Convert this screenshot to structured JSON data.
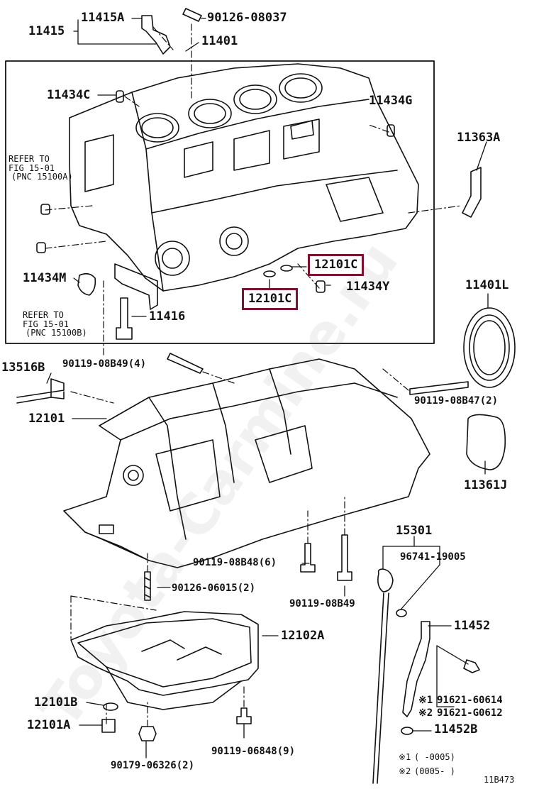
{
  "watermark": "Toyota-Carmine.ru",
  "labels": {
    "p11415A": "11415A",
    "p11415": "11415",
    "p90126_08037": "90126-08037",
    "p11401": "11401",
    "p11434C": "11434C",
    "p11434G": "11434G",
    "p11363A": "11363A",
    "p12101C_right": "12101C",
    "p12101C_lower": "12101C",
    "p11434M": "11434M",
    "p11434Y": "11434Y",
    "p11416": "11416",
    "p11401L": "11401L",
    "p13516B": "13516B",
    "p90119_08B49_4": "90119-08B49(4)",
    "p12101": "12101",
    "p90119_08B47_2": "90119-08B47(2)",
    "p11361J": "11361J",
    "p15301": "15301",
    "p96741_19005": "96741-19005",
    "p90119_08B48_6": "90119-08B48(6)",
    "p90126_06015_2": "90126-06015(2)",
    "p90119_08B49": "90119-08B49",
    "p11452": "11452",
    "p12102A": "12102A",
    "p91621_60614": "91621-60614",
    "p91621_G0612": "91621-G0612",
    "p12101B": "12101B",
    "p12101A": "12101A",
    "p11452B": "11452B",
    "p90119_06848_9": "90119-06848(9)",
    "p90179_06326_2": "90179-06326(2)"
  },
  "refs": {
    "upper": {
      "line1": "REFER TO",
      "line2": "FIG 15-01",
      "line3": "(PNC 15100A)"
    },
    "lower": {
      "line1": "REFER TO",
      "line2": "FIG 15-01",
      "line3": "(PNC 15100B)"
    }
  },
  "marks": {
    "m1": "※1",
    "m2": "※2"
  },
  "footnotes": {
    "n1_mark": "※1",
    "n1_text": "(      -0005)",
    "n2_mark": "※2",
    "n2_text": "(0005-      )"
  },
  "figure_code": "11B473",
  "colors": {
    "highlight": "#7a1230",
    "line": "#111111"
  }
}
